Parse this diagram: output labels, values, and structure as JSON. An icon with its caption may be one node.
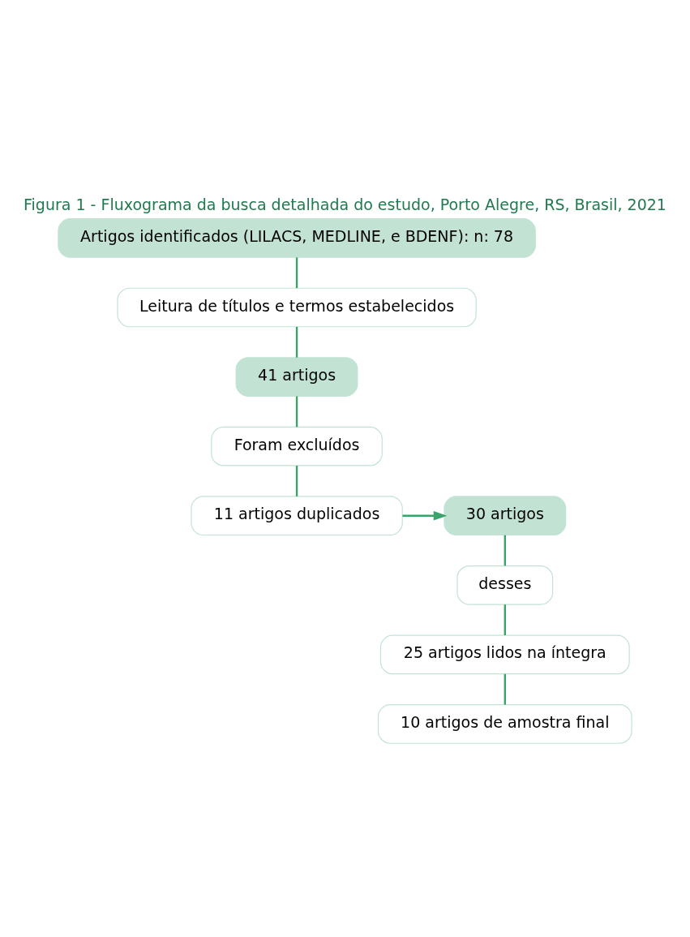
{
  "diagram": {
    "title": "Figura 1 - Fluxograma da busca detalhada do estudo, Porto Alegre, RS, Brasil, 2021",
    "nodes": [
      {
        "text": [
          "Artigos identificados (LILACS, MEDLINE, e BDENF): n: 78"
        ]
      },
      {
        "text": [
          "Leitura de títulos e termos estabelecidos"
        ]
      },
      {
        "text": [
          "41 artigos"
        ]
      },
      {
        "text": [
          "Foram excluídos"
        ]
      },
      {
        "text": [
          "11 artigos duplicados"
        ]
      },
      {
        "text": [
          "30 artigos"
        ]
      },
      {
        "text": [
          "desses"
        ]
      },
      {
        "text": [
          "25 artigos lidos na íntegra"
        ]
      },
      {
        "text": [
          "10 artigos de amostra final"
        ]
      }
    ],
    "edges": [
      {
        "from": 0,
        "to": 1,
        "arrow": "none"
      },
      {
        "from": 1,
        "to": 2,
        "arrow": "none"
      },
      {
        "from": 2,
        "to": 3,
        "arrow": "none"
      },
      {
        "from": 3,
        "to": 4,
        "arrow": "none"
      },
      {
        "from": 4,
        "to": 5,
        "arrow": "to"
      },
      {
        "from": 5,
        "to": 6,
        "arrow": "none"
      },
      {
        "from": 6,
        "to": 7,
        "arrow": "none"
      },
      {
        "from": 7,
        "to": 8,
        "arrow": "none"
      }
    ]
  }
}
